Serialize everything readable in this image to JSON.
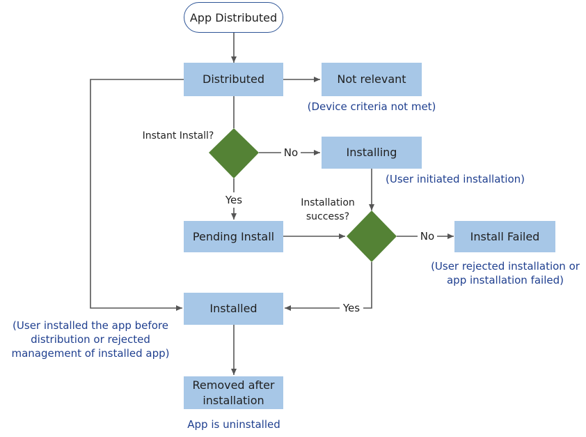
{
  "colors": {
    "box_fill": "#a7c7e7",
    "decision_fill": "#548235",
    "start_border": "#2e5597",
    "note_text": "#1f3f8f",
    "connector": "#555555"
  },
  "nodes": {
    "app_distributed": "App Distributed",
    "distributed": "Distributed",
    "not_relevant": "Not relevant",
    "installing": "Installing",
    "pending_install": "Pending Install",
    "install_failed": "Install Failed",
    "installed": "Installed",
    "removed_line1": "Removed after",
    "removed_line2": "installation"
  },
  "decisions": {
    "instant_install": "Instant Install?",
    "installation_success_line1": "Installation",
    "installation_success_line2": "success?"
  },
  "edge_labels": {
    "no_1": "No",
    "yes_1": "Yes",
    "no_2": "No",
    "yes_2": "Yes"
  },
  "notes": {
    "device_criteria": "(Device criteria not met)",
    "user_initiated": "(User initiated installation)",
    "rejected_line1": "(User rejected installation or",
    "rejected_line2": "app installation failed)",
    "user_installed_line1": "(User installed the app before",
    "user_installed_line2": "distribution or rejected",
    "user_installed_line3": "management of installed app)",
    "uninstalled": "App is uninstalled"
  }
}
